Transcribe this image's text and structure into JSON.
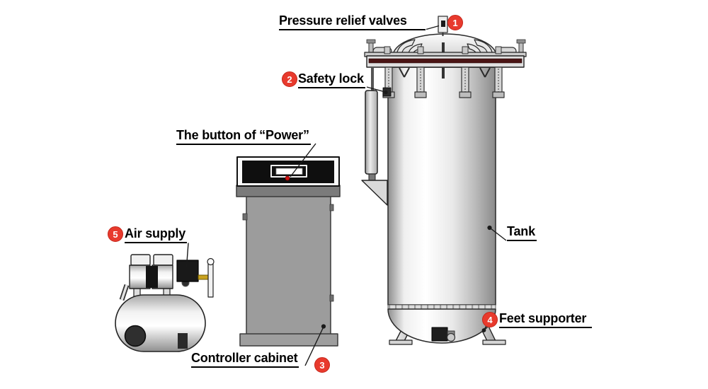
{
  "figure": {
    "subject": "Labeled diagram of a pressure tank (autoclave) system with air compressor and controller cabinet"
  },
  "colors": {
    "badge_red": "#e83a2d",
    "label_text": "#000000",
    "leader_line": "#1a1a1a",
    "flange_stripe_maroon": "#4a1414",
    "air_fitting_yellow": "#c9a21f",
    "power_button_red": "#cc1111"
  },
  "labels": {
    "pressure_relief_valves": {
      "badge": "1",
      "text": "Pressure relief valves"
    },
    "safety_lock": {
      "badge": "2",
      "text": "Safety lock"
    },
    "controller_cabinet": {
      "badge": "3",
      "text": "Controller cabinet"
    },
    "feet_supporter": {
      "badge": "4",
      "text": "Feet supporter"
    },
    "air_supply": {
      "badge": "5",
      "text": "Air supply"
    },
    "power_button": {
      "text": "The button of “Power”"
    },
    "tank": {
      "text": "Tank"
    }
  }
}
